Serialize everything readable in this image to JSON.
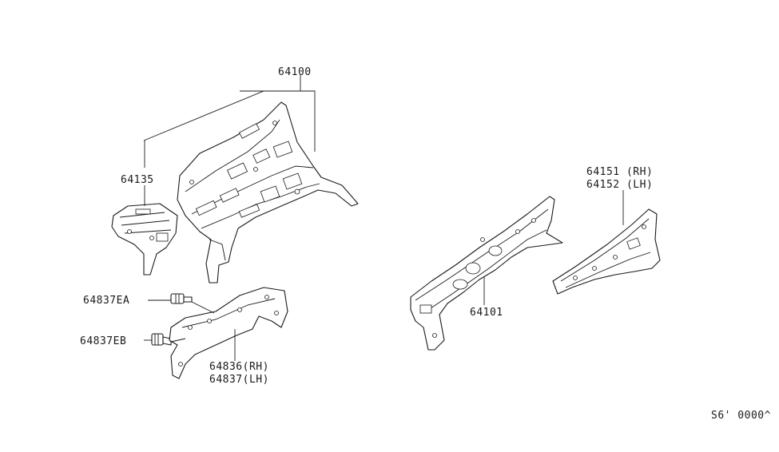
{
  "diagram": {
    "colors": {
      "ink": "#1a1a1a",
      "background": "#ffffff"
    },
    "labels": {
      "p64100": "64100",
      "p64135": "64135",
      "p64837EA": "64837EA",
      "p64837EB": "64837EB",
      "p64836": "64836(RH)",
      "p64837": "64837(LH)",
      "p64101": "64101",
      "p64151": "64151 (RH)",
      "p64152": "64152 (LH)",
      "ref": "S6' 0000^"
    }
  }
}
